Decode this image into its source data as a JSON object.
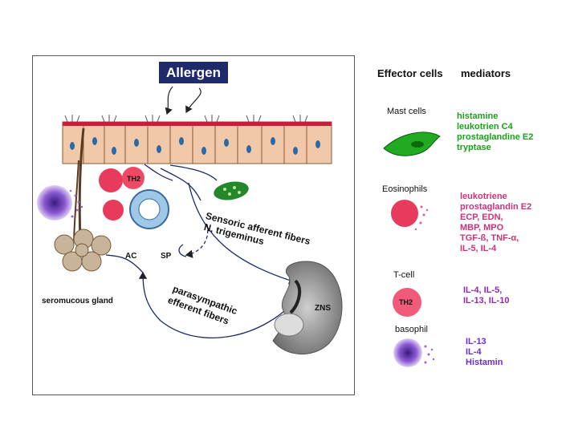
{
  "diagram": {
    "allergen": "Allergen",
    "labels": {
      "th2_tissue": "TH2",
      "ac": "AC",
      "sp": "SP",
      "seromucous_gland": "seromucous gland",
      "zns": "ZNS",
      "sensoric_line1": "Sensoric afferent fibers",
      "sensoric_line2": "N. trigeminus",
      "parasym_line1": "parasympathic",
      "parasym_line2": "efferent fibers"
    }
  },
  "legend": {
    "header_cells": "Effector cells",
    "header_mediators": "mediators",
    "rows": [
      {
        "cell": "Mast cells",
        "mediators": [
          "histamine",
          "leukotrien C4",
          "prostaglandine E2",
          "tryptase"
        ]
      },
      {
        "cell": "Eosinophils",
        "mediators": [
          "leukotriene",
          "prostaglandin E2",
          "ECP, EDN,",
          "MBP, MPO",
          "TGF-ß, TNF-α,",
          "IL-5, IL-4"
        ]
      },
      {
        "cell": "T-cell",
        "cell_badge": "TH2",
        "mediators": [
          "IL-4, IL-5,",
          "IL-13, IL-10"
        ]
      },
      {
        "cell": "basophil",
        "mediators": [
          "IL-13",
          "IL-4",
          "Histamin"
        ]
      }
    ],
    "colors": {
      "mast": "#1aa11a",
      "eos": "#cc3377",
      "tcell": "#8a2bb0",
      "baso": "#6a2ed6"
    }
  }
}
